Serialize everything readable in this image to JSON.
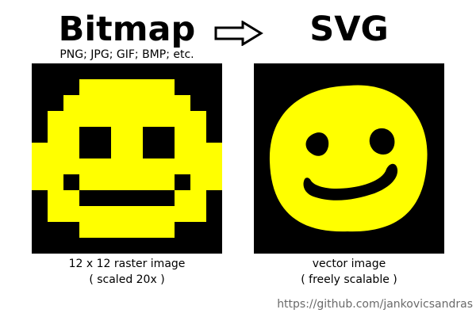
{
  "left": {
    "title": "Bitmap",
    "formats": "PNG; JPG; GIF; BMP; etc.",
    "caption_line1": "12 x 12 raster image",
    "caption_line2": "( scaled 20x )",
    "raster": {
      "size": 12,
      "scale": 20,
      "rows": [
        "000000000000",
        "000111111000",
        "001111111100",
        "011111111110",
        "011001100110",
        "111001100111",
        "111111111111",
        "110111111011",
        "011000000110",
        "011111111110",
        "000111111000",
        "000000000000"
      ]
    }
  },
  "right": {
    "title": "SVG",
    "caption_line1": "vector image",
    "caption_line2": "( freely scalable )"
  },
  "credit": "https://github.com/jankovicsandras",
  "colors": {
    "face": "#ffff00",
    "background": "#000000",
    "text": "#000000",
    "credit": "#6a6a6a"
  },
  "icons": {
    "arrow": "right-arrow-outline-icon"
  }
}
